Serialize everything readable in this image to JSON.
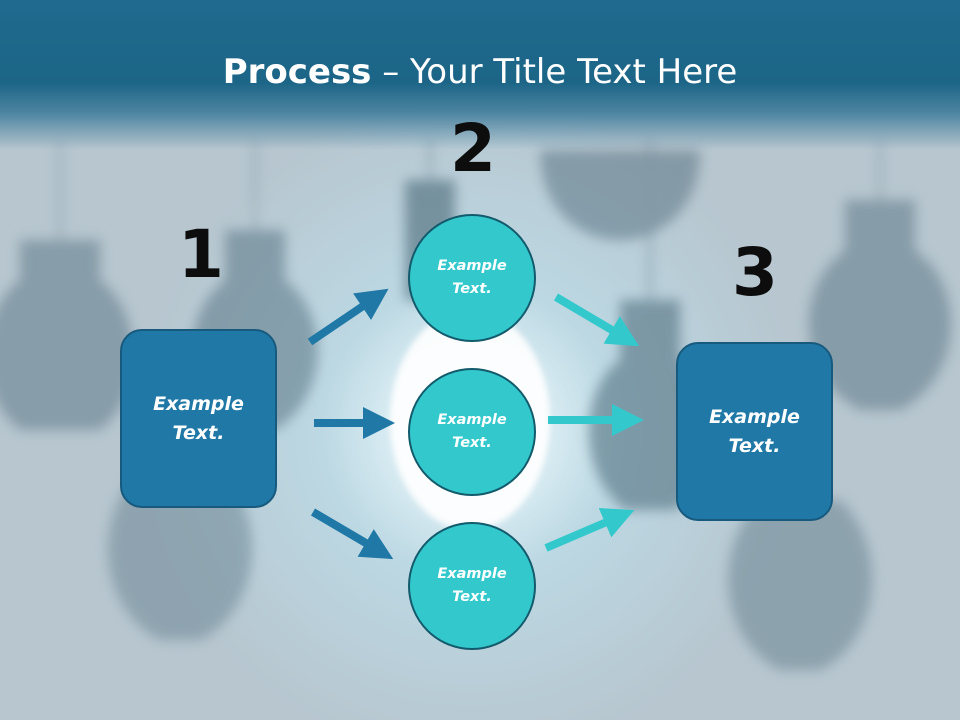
{
  "slide": {
    "title_bold": "Process",
    "title_rest": " – Your Title Text Here"
  },
  "steps": {
    "one": {
      "number": "1",
      "line1": "Example",
      "line2": "Text."
    },
    "two": {
      "number": "2"
    },
    "three": {
      "number": "3",
      "line1": "Example",
      "line2": "Text."
    }
  },
  "circles": [
    {
      "line1": "Example",
      "line2": "Text."
    },
    {
      "line1": "Example",
      "line2": "Text."
    },
    {
      "line1": "Example",
      "line2": "Text."
    }
  ],
  "colors": {
    "header": "#1f6a8e",
    "box": "#1f78a6",
    "circle": "#33c9cc",
    "arrow_left": "#1f78a6",
    "arrow_right": "#33c9cc"
  }
}
